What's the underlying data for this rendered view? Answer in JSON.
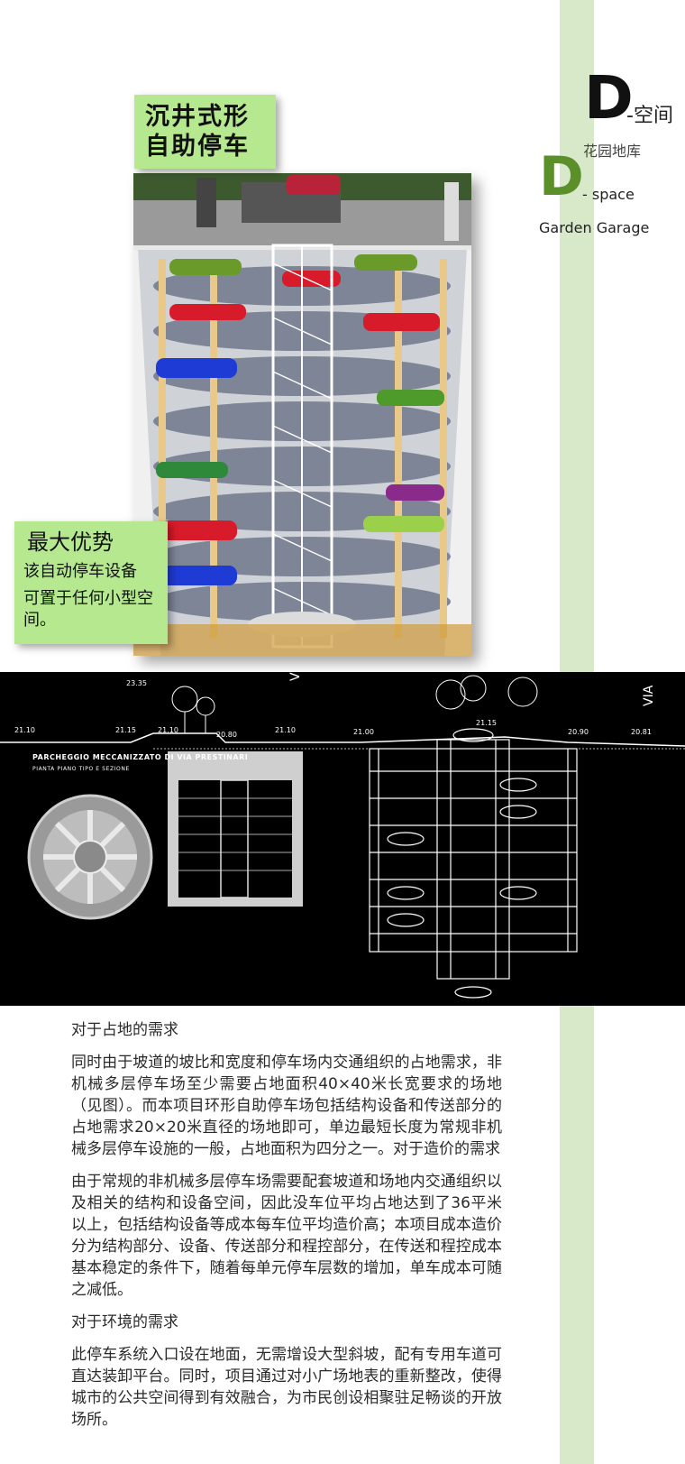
{
  "hero": {
    "title_line1": "沉井式形",
    "title_line2": "自助停车"
  },
  "advantage": {
    "title": "最大优势",
    "line1": "该自动停车设备",
    "line2": "可置于任何小型空间。"
  },
  "logo": {
    "letter": "D",
    "space_cn": "-空间",
    "garden_cn": "花园地库",
    "space_en": "- space",
    "garden_en": "Garden Garage"
  },
  "drawing": {
    "title": "PARCHEGGIO MECCANIZZATO DI VIA PRESTINARI",
    "subtitle": "PIANTA PIANO TIPO E SEZIONE",
    "elevations": [
      "23.35",
      "21.10",
      "21.15",
      "21.10",
      "20.80",
      "21.10",
      "21.00",
      "21.15",
      "20.90",
      "20.81"
    ],
    "street_label": "VIA"
  },
  "content": {
    "heading1": "对于占地的需求",
    "para1": "同时由于坡道的坡比和宽度和停车场内交通组织的占地需求，非机械多层停车场至少需要占地面积40×40米长宽要求的场地（见图）。而本项目环形自助停车场包括结构设备和传送部分的占地需求20×20米直径的场地即可，单边最短长度为常规非机械多层停车设施的一般，占地面积为四分之一。对于造价的需求",
    "para2": "由于常规的非机械多层停车场需要配套坡道和场地内交通组织以及相关的结构和设备空间，因此没车位平均占地达到了36平米以上，包括结构设备等成本每车位平均造价高；本项目成本造价分为结构部分、设备、传送部分和程控部分，在传送和程控成本基本稳定的条件下，随着每单元停车层数的增加，单车成本可随之减低。",
    "heading2": "对于环境的需求",
    "para3": "此停车系统入口设在地面，无需增设大型斜坡，配有专用车道可直达装卸平台。同时，项目通过对小广场地表的重新整改，使得城市的公共空间得到有效融合，为市民创设相聚驻足畅谈的开放场所。"
  },
  "colors": {
    "accent_green": "#b6e98f",
    "stripe_green": "#d7e9c8",
    "logo_green": "#5b8f2a"
  }
}
